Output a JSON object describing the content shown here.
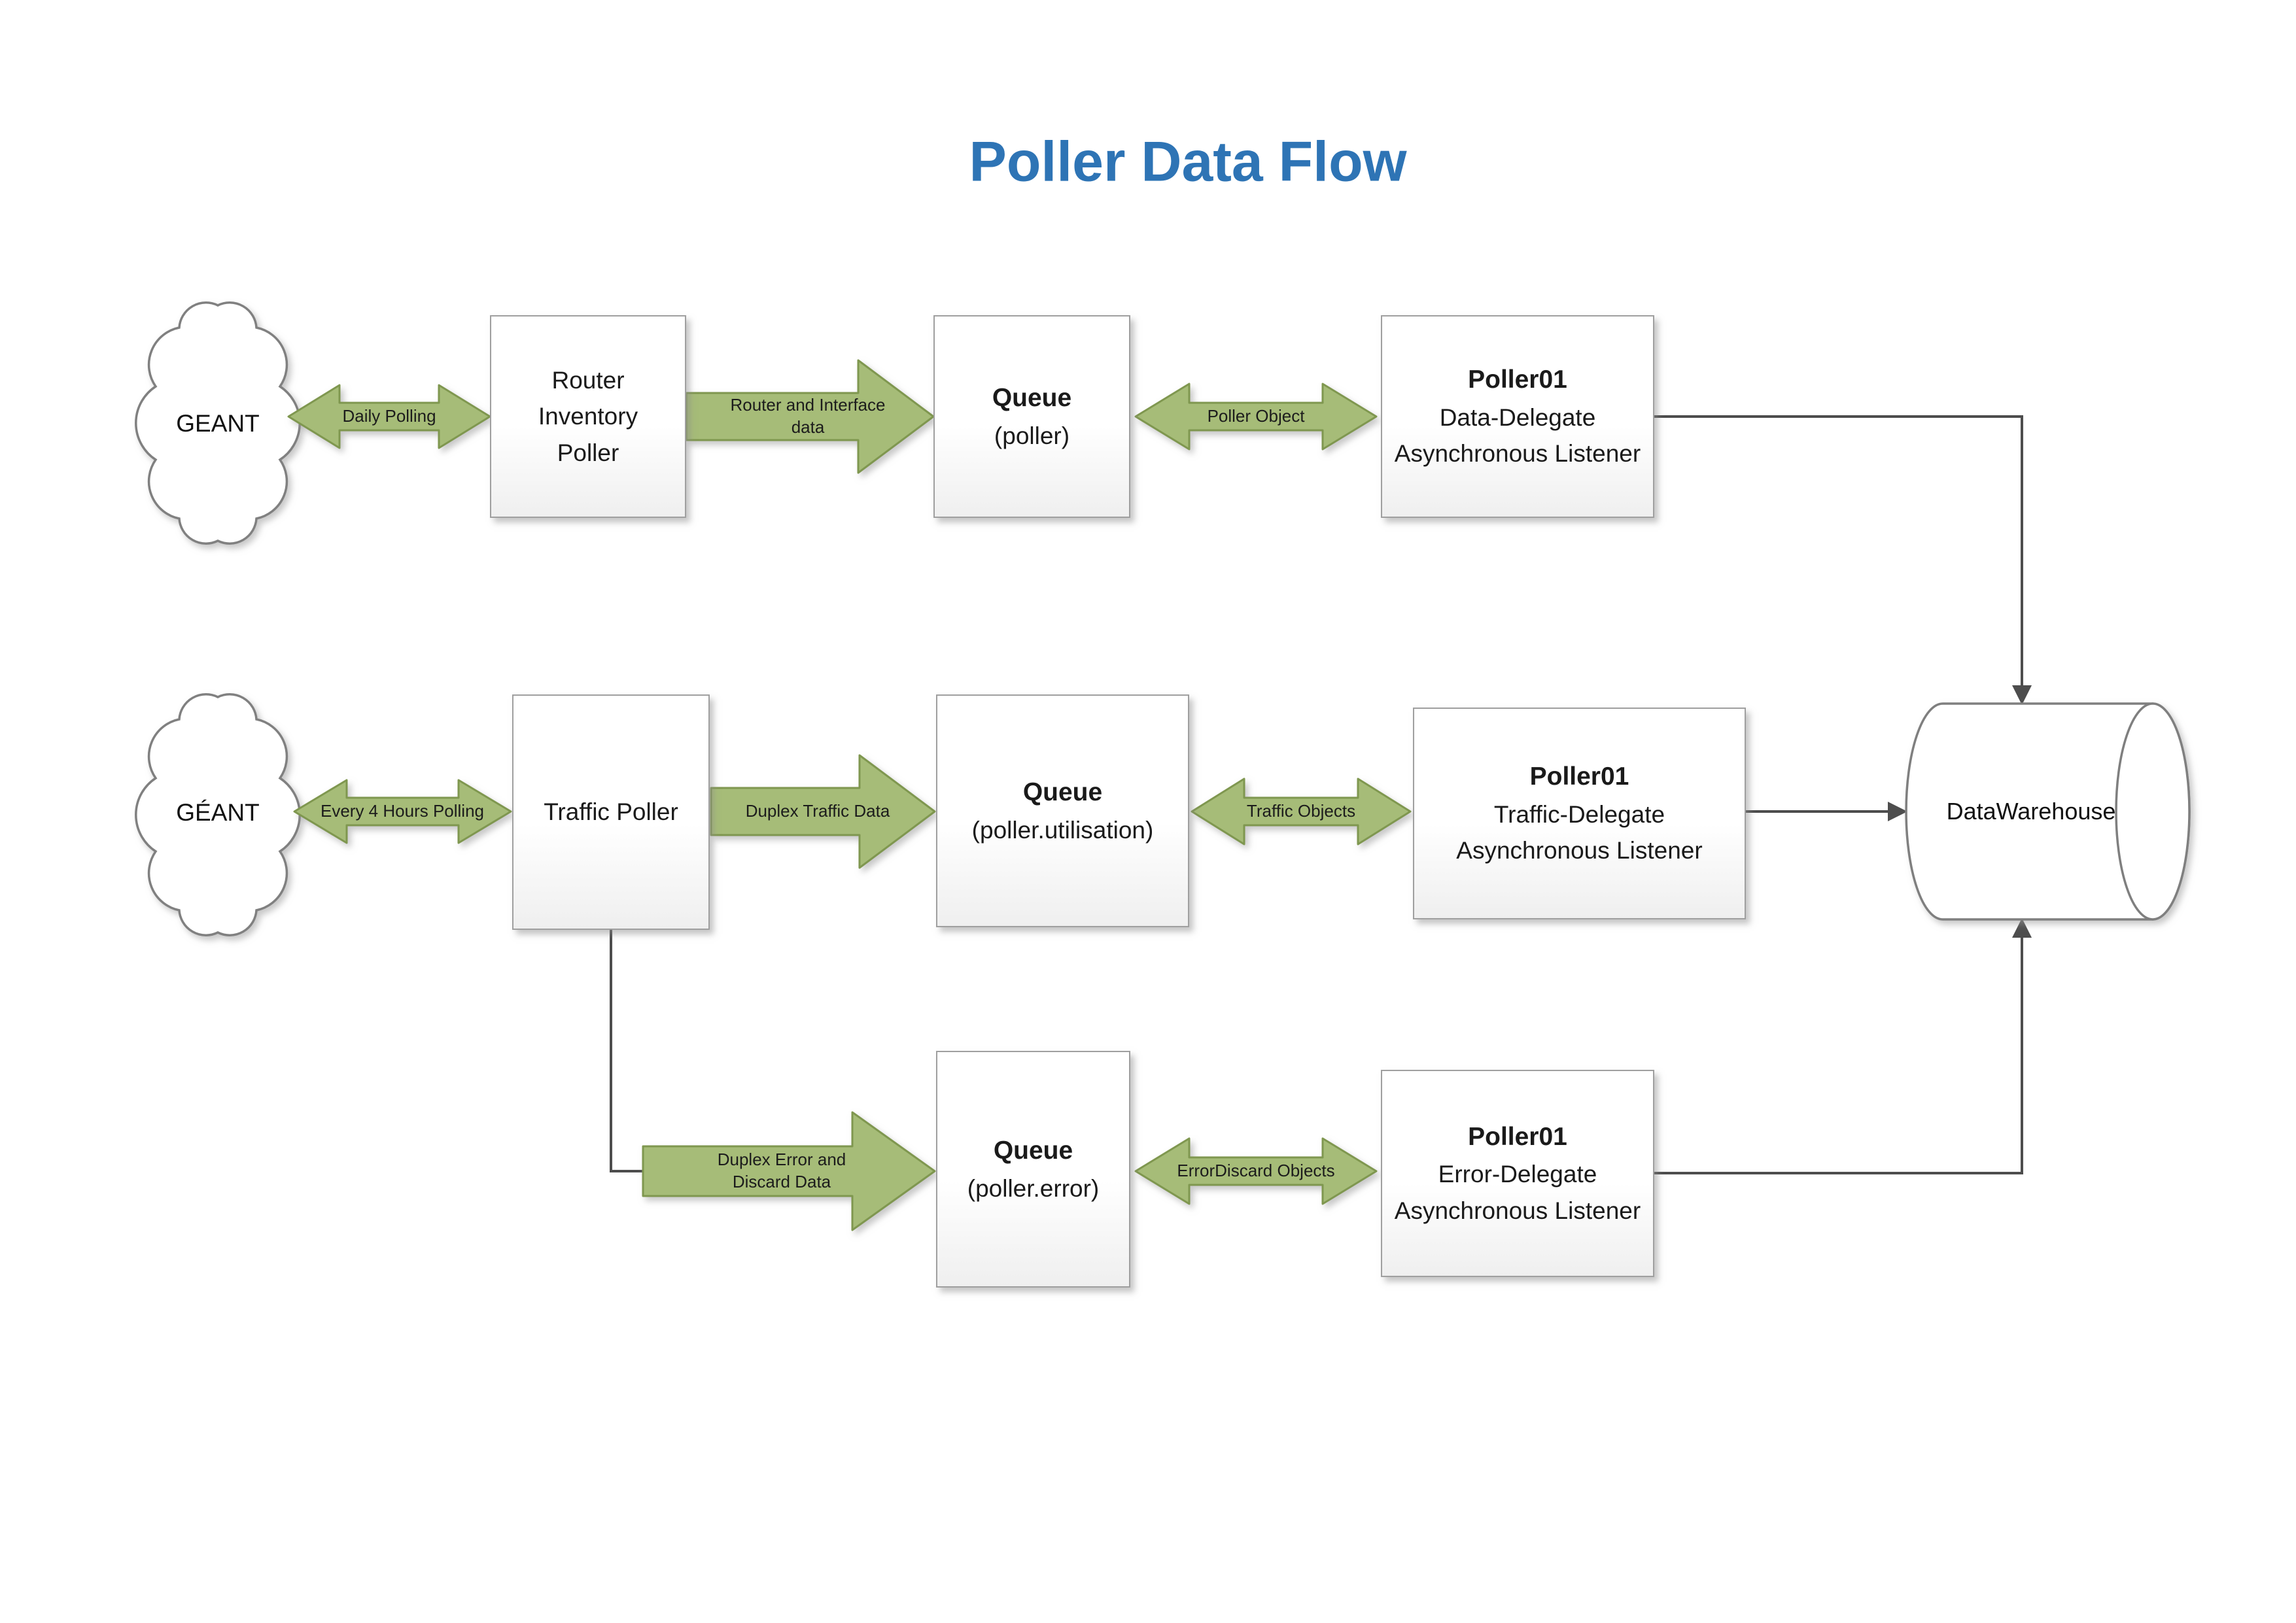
{
  "title": "Poller Data Flow",
  "colors": {
    "title": "#2e74b5",
    "arrow_fill": "#a6bc78",
    "arrow_border": "#7f974f",
    "line": "#4d4d4d",
    "box_border": "#9f9f9f"
  },
  "warehouse": "DataWarehouse",
  "row1": {
    "cloud": "GEANT",
    "polling_arrow": "Daily Polling",
    "poller_line1": "Router",
    "poller_line2": "Inventory",
    "poller_line3": "Poller",
    "data_arrow_line1": "Router and  Interface",
    "data_arrow_line2": "data",
    "queue_title": "Queue",
    "queue_name": "(poller)",
    "object_arrow": "Poller Object",
    "listener_title": "Poller01",
    "listener_line1": "Data-Delegate",
    "listener_line2": "Asynchronous Listener"
  },
  "row2": {
    "cloud": "GÉANT",
    "polling_arrow": "Every 4 Hours Polling",
    "poller_box": "Traffic Poller",
    "data_arrow": "Duplex Traffic Data",
    "queue_title": "Queue",
    "queue_name": "(poller.utilisation)",
    "object_arrow": "Traffic Objects",
    "listener_title": "Poller01",
    "listener_line1": "Traffic-Delegate",
    "listener_line2": "Asynchronous Listener"
  },
  "row3": {
    "data_arrow_line1": "Duplex Error and",
    "data_arrow_line2": "Discard Data",
    "queue_title": "Queue",
    "queue_name": "(poller.error)",
    "object_arrow": "ErrorDiscard Objects",
    "listener_title": "Poller01",
    "listener_line1": "Error-Delegate",
    "listener_line2": "Asynchronous Listener"
  }
}
